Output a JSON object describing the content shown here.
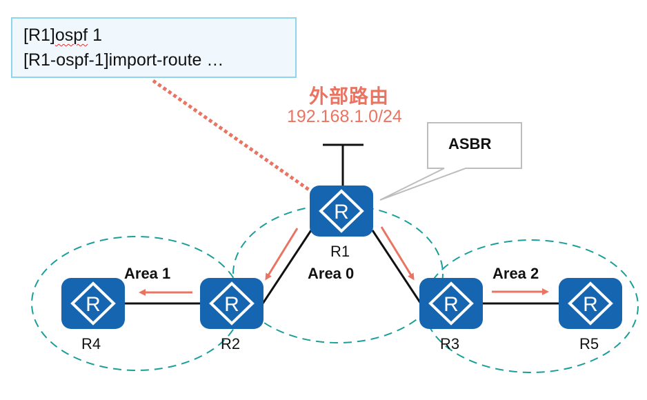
{
  "config_box": {
    "line1_prefix": "[R1]",
    "line1_cmd": "ospf",
    "line1_suffix": " 1",
    "line2": "[R1-ospf-1]import-route …"
  },
  "external_route": {
    "title": "外部路由",
    "network": "192.168.1.0/24"
  },
  "callout": {
    "label": "ASBR"
  },
  "routers": [
    {
      "id": "R1",
      "label": "R1",
      "icon": "router-icon"
    },
    {
      "id": "R2",
      "label": "R2",
      "icon": "router-icon"
    },
    {
      "id": "R3",
      "label": "R3",
      "icon": "router-icon"
    },
    {
      "id": "R4",
      "label": "R4",
      "icon": "router-icon"
    },
    {
      "id": "R5",
      "label": "R5",
      "icon": "router-icon"
    }
  ],
  "areas": [
    {
      "label": "Area 0"
    },
    {
      "label": "Area 1"
    },
    {
      "label": "Area 2"
    }
  ],
  "links": [
    {
      "from": "R1",
      "to": "R2"
    },
    {
      "from": "R1",
      "to": "R3"
    },
    {
      "from": "R2",
      "to": "R4"
    },
    {
      "from": "R3",
      "to": "R5"
    }
  ],
  "colors": {
    "router_fill": "#1565b0",
    "area_border": "#1a9e9a",
    "arrow": "#e97462",
    "callout_border": "#bdbdbd",
    "config_border": "#8dd4ee"
  }
}
